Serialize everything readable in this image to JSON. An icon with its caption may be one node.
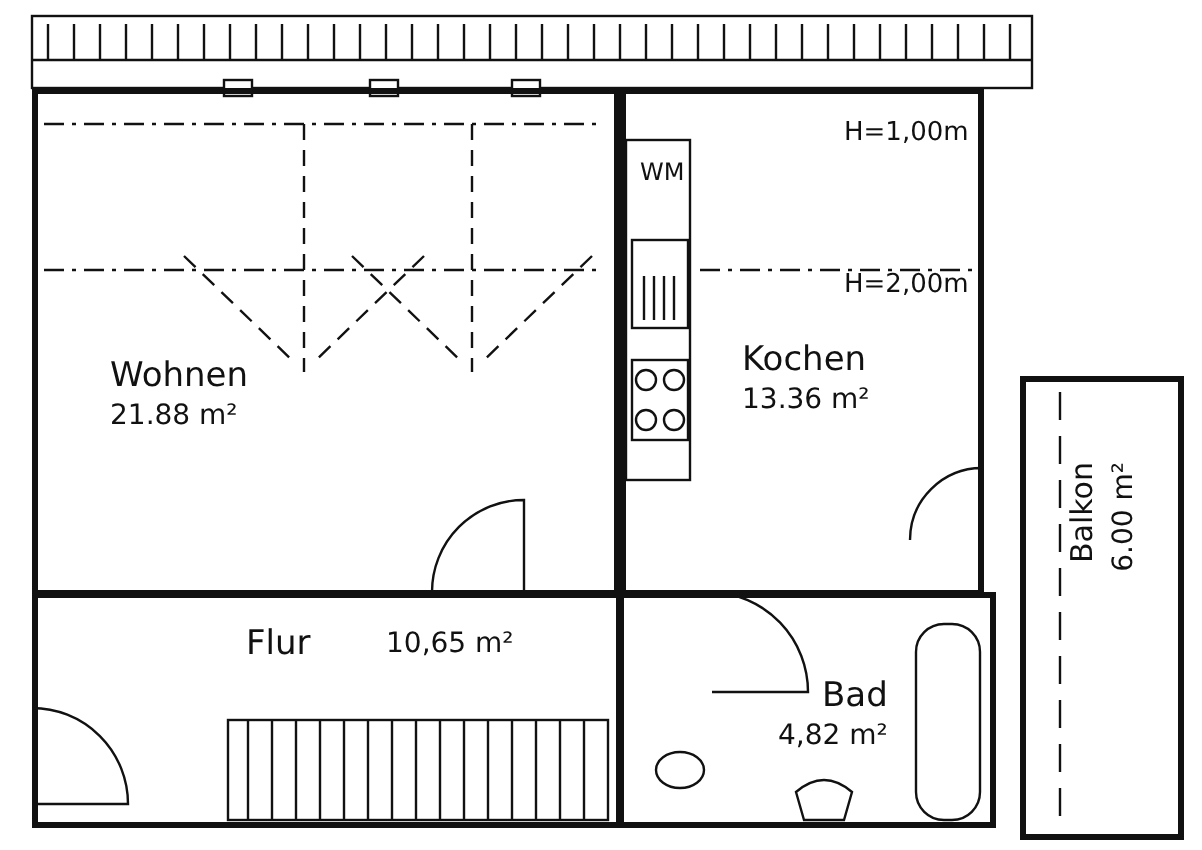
{
  "diagram": {
    "nodes": [
      {
        "text": [
          "Wohnen",
          "21.88 m²"
        ]
      },
      {
        "text": [
          "Kochen",
          "13.36 m²"
        ]
      },
      {
        "text": [
          "Flur",
          "10,65 m²"
        ]
      },
      {
        "text": [
          "Bad",
          "4,82 m²"
        ]
      },
      {
        "text": [
          "Balkon",
          "6.00 m²"
        ]
      }
    ],
    "labels": [
      "WM",
      "H=1,00m",
      "H=2,00m"
    ]
  }
}
